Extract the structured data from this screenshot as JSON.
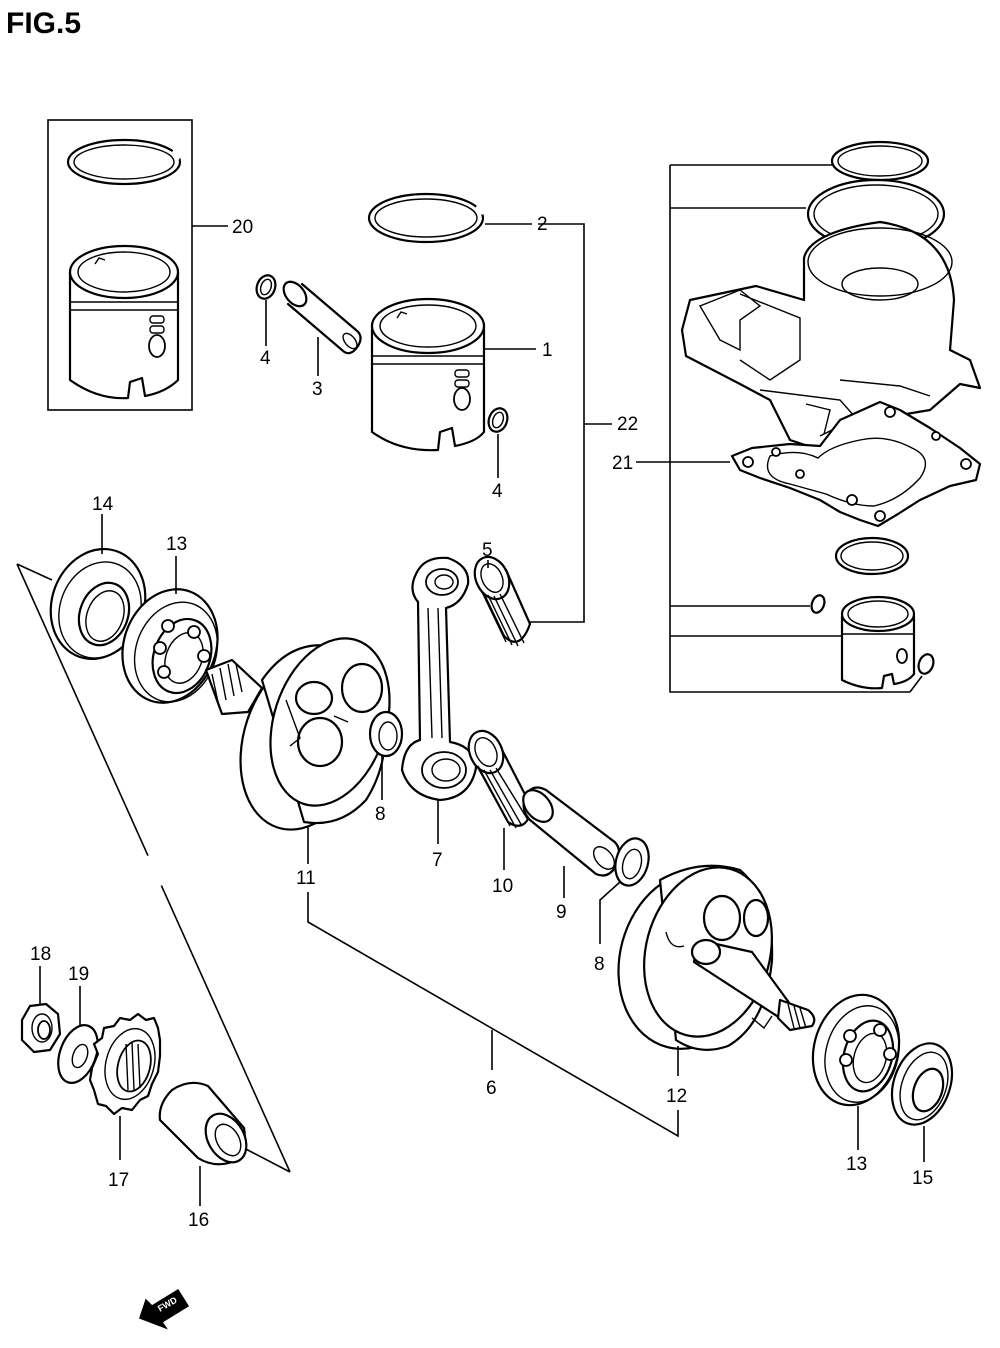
{
  "title": "FIG.5",
  "fwd_label": "FWD",
  "callouts": {
    "p1": "1",
    "p2": "2",
    "p3": "3",
    "p4a": "4",
    "p4b": "4",
    "p5": "5",
    "p6": "6",
    "p7": "7",
    "p8a": "8",
    "p8b": "8",
    "p9": "9",
    "p10": "10",
    "p11": "11",
    "p12": "12",
    "p13a": "13",
    "p13b": "13",
    "p14": "14",
    "p15": "15",
    "p16": "16",
    "p17": "17",
    "p18": "18",
    "p19": "19",
    "p20": "20",
    "p21": "21",
    "p22": "22"
  }
}
